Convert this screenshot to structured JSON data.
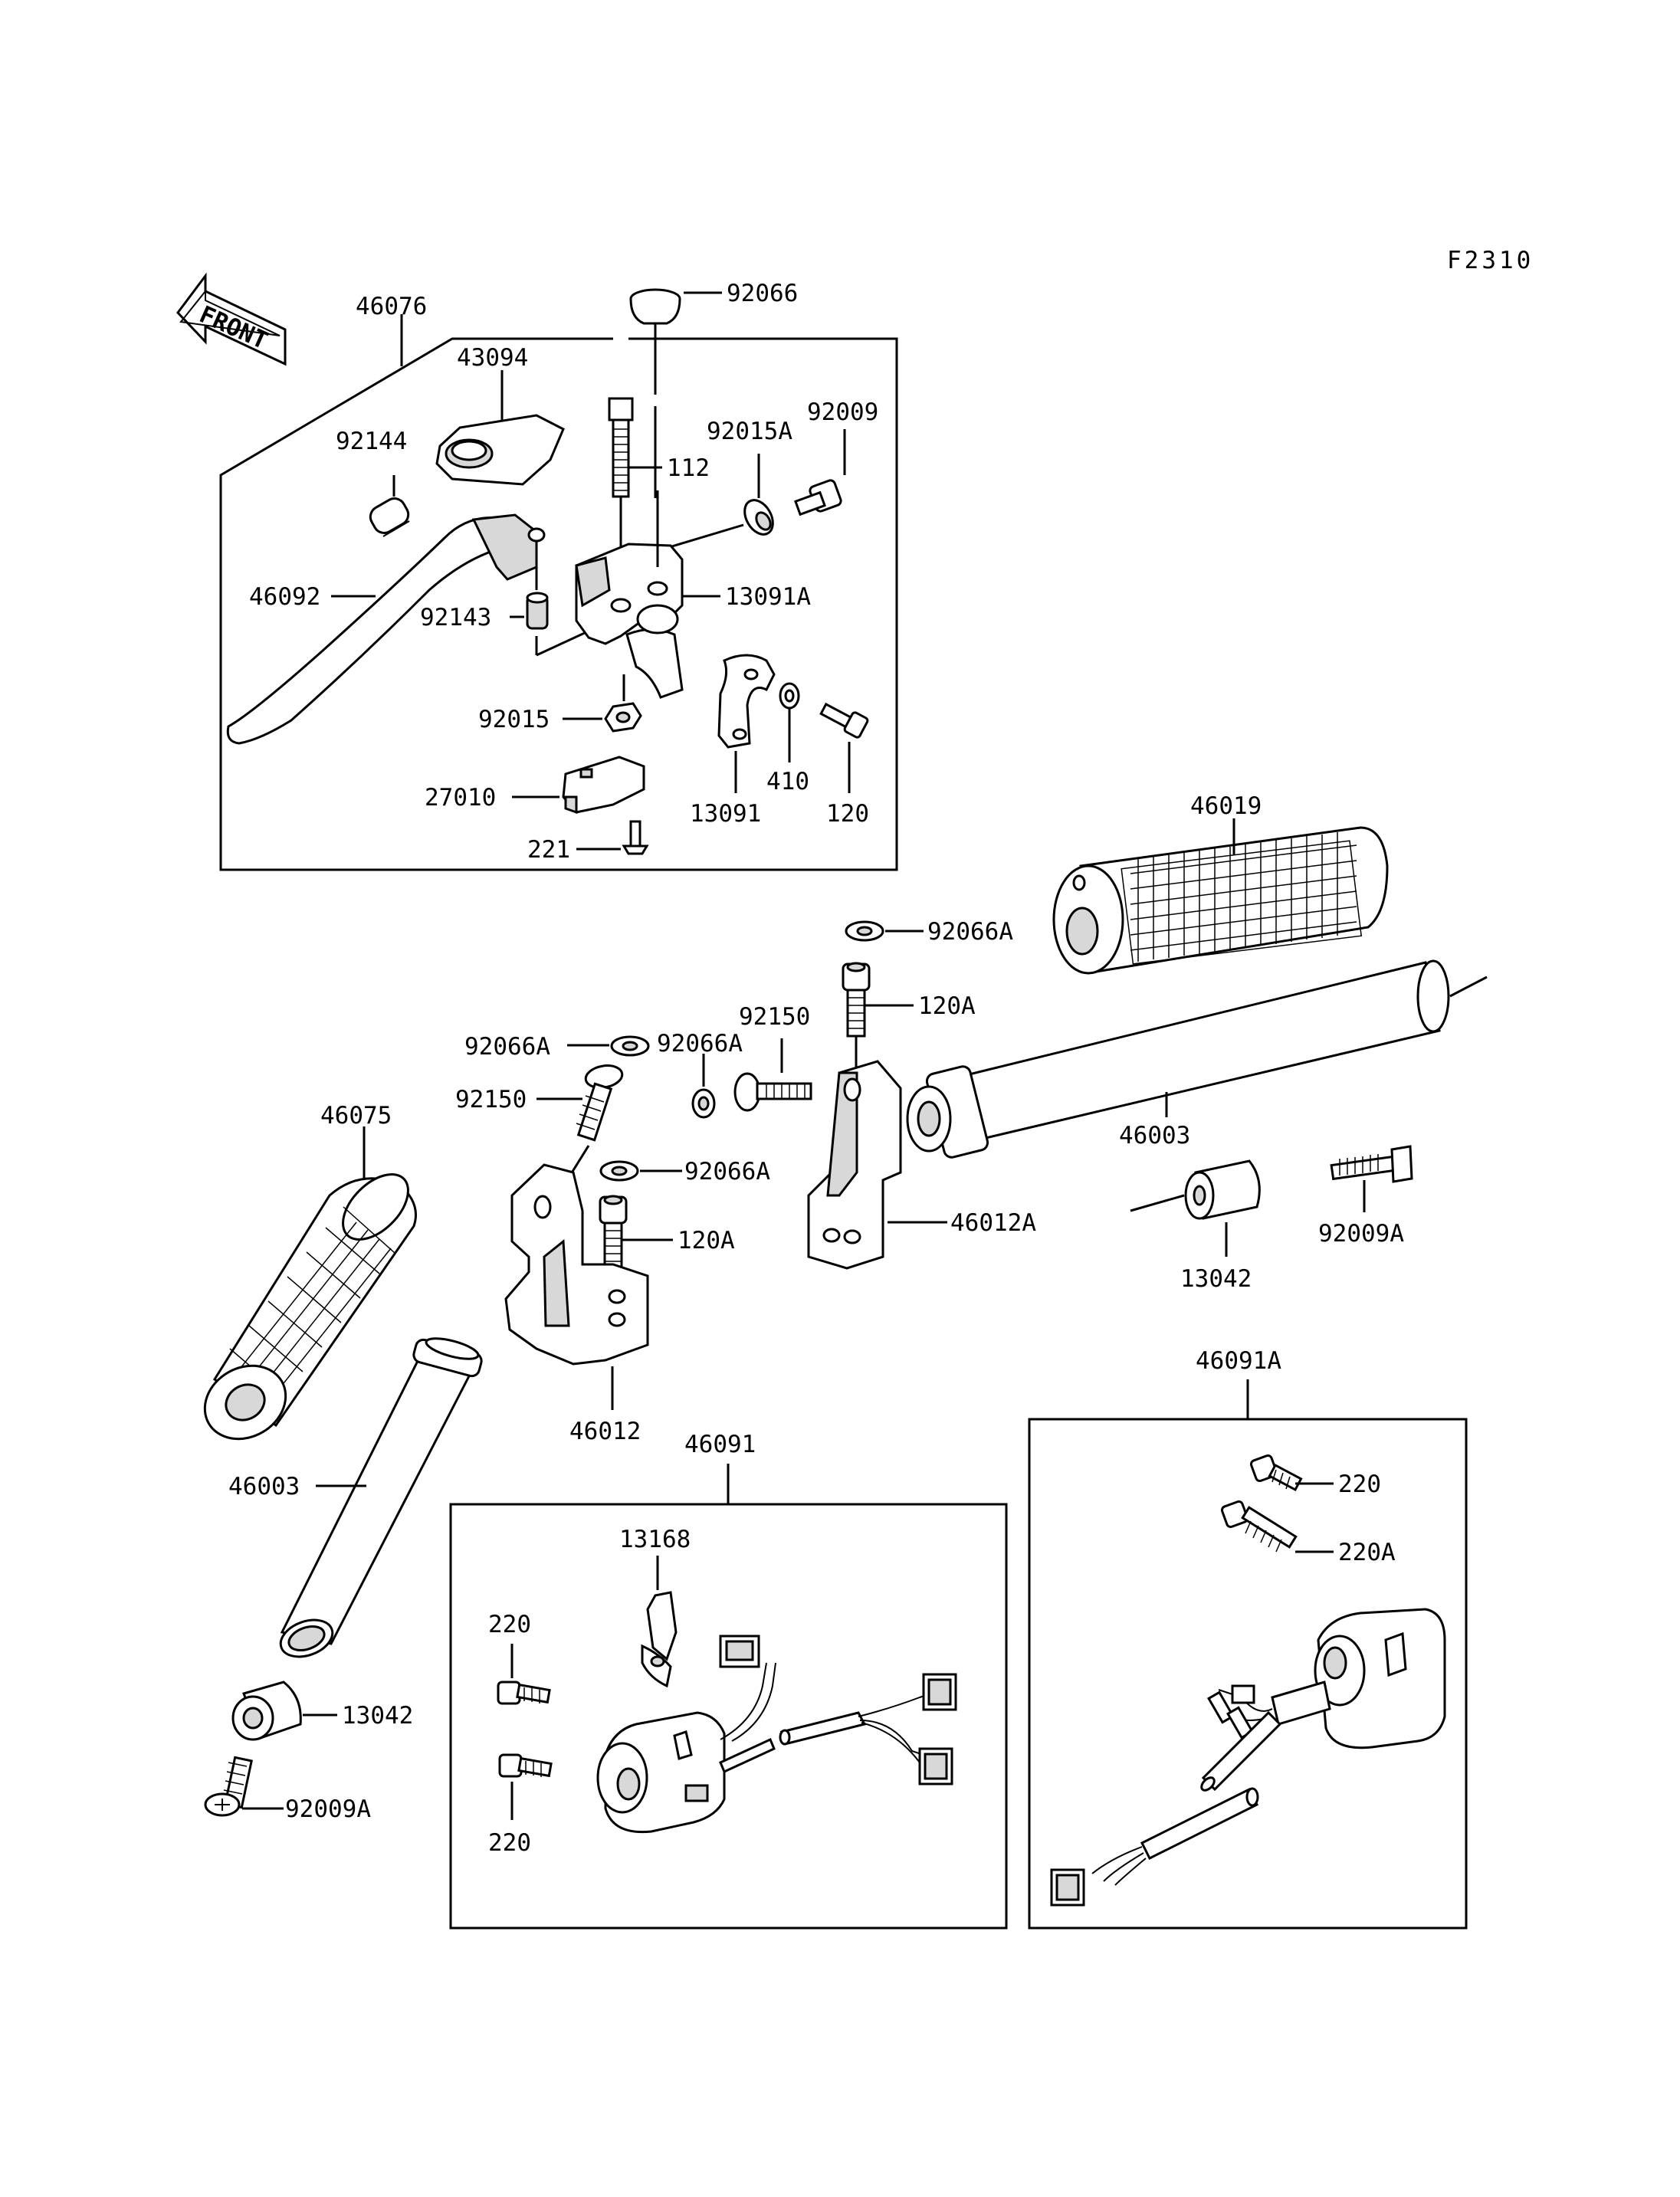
{
  "figure_code": "F2310",
  "front_label": "FRONT",
  "labels": {
    "l_46076": "46076",
    "l_43094": "43094",
    "l_92066": "92066",
    "l_92144": "92144",
    "l_112": "112",
    "l_92015A": "92015A",
    "l_92009": "92009",
    "l_46092": "46092",
    "l_92143": "92143",
    "l_13091A": "13091A",
    "l_92015": "92015",
    "l_410": "410",
    "l_120": "120",
    "l_13091": "13091",
    "l_27010": "27010",
    "l_221": "221",
    "l_46019": "46019",
    "l_92066A_1": "92066A",
    "l_120A_1": "120A",
    "l_92150_1": "92150",
    "l_92066A_2": "92066A",
    "l_92066A_3": "92066A",
    "l_46003_1": "46003",
    "l_46075": "46075",
    "l_92150_2": "92150",
    "l_92066A_4": "92066A",
    "l_46012A": "46012A",
    "l_120A_2": "120A",
    "l_13042_1": "13042",
    "l_92009A_1": "92009A",
    "l_46012": "46012",
    "l_46091A": "46091A",
    "l_46091": "46091",
    "l_46003_2": "46003",
    "l_13168": "13168",
    "l_220_1": "220",
    "l_220_2": "220",
    "l_220A": "220A",
    "l_13042_2": "13042",
    "l_92009A_2": "92009A",
    "l_220_3": "220"
  }
}
